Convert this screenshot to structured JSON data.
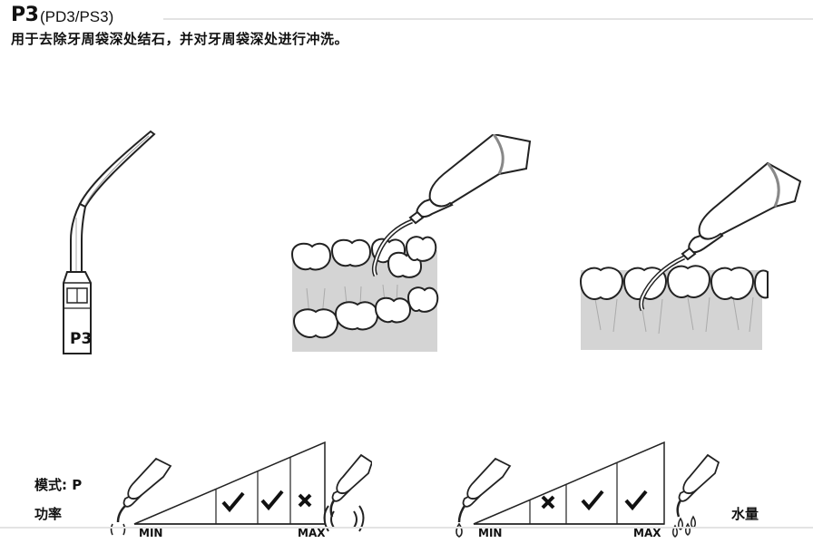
{
  "header": {
    "code": "P3",
    "variants": "(PD3/PS3)",
    "description": "用于去除牙周袋深处结石，并对牙周袋深处进行冲洗。"
  },
  "tip_illustration": {
    "engraving": "P3"
  },
  "settings": {
    "mode_label": "模式: P",
    "power_label": "功率",
    "water_label": "水量",
    "power_scale": {
      "min_label": "MIN",
      "max_label": "MAX",
      "levels": [
        "check",
        "check",
        "cross"
      ]
    },
    "water_scale": {
      "min_label": "MIN",
      "max_label": "MAX",
      "levels": [
        "cross",
        "check",
        "check"
      ]
    }
  },
  "icons": {
    "tip": "scaler-tip-icon",
    "molar_scaling": "molar-scaling-icon",
    "pocket_scaling": "pocket-scaling-icon",
    "handpiece": "handpiece-icon",
    "vibration": "vibration-icon",
    "drop": "water-drop-icon",
    "check": "check-icon",
    "cross": "cross-icon"
  }
}
